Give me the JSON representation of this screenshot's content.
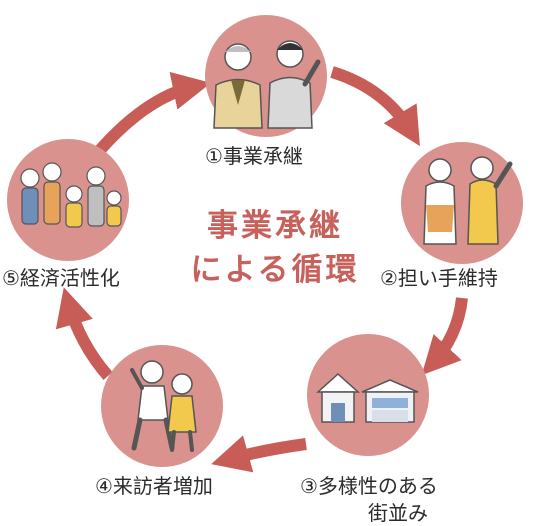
{
  "center": {
    "line1": "事業承継",
    "line2": "による循環"
  },
  "stages": [
    {
      "label": "①事業承継",
      "icon": "two-men-icon"
    },
    {
      "label": "②担い手維持",
      "icon": "workers-icon"
    },
    {
      "label_line1": "③多様性のある",
      "label_line2": "街並み",
      "icon": "houses-icon"
    },
    {
      "label": "④来訪者増加",
      "icon": "tourists-icon"
    },
    {
      "label": "⑤経済活性化",
      "icon": "crowd-icon"
    }
  ],
  "colors": {
    "circle": "#d9928d",
    "arrow": "#c85d57",
    "title": "#c8615c",
    "text": "#2b2b2b"
  }
}
